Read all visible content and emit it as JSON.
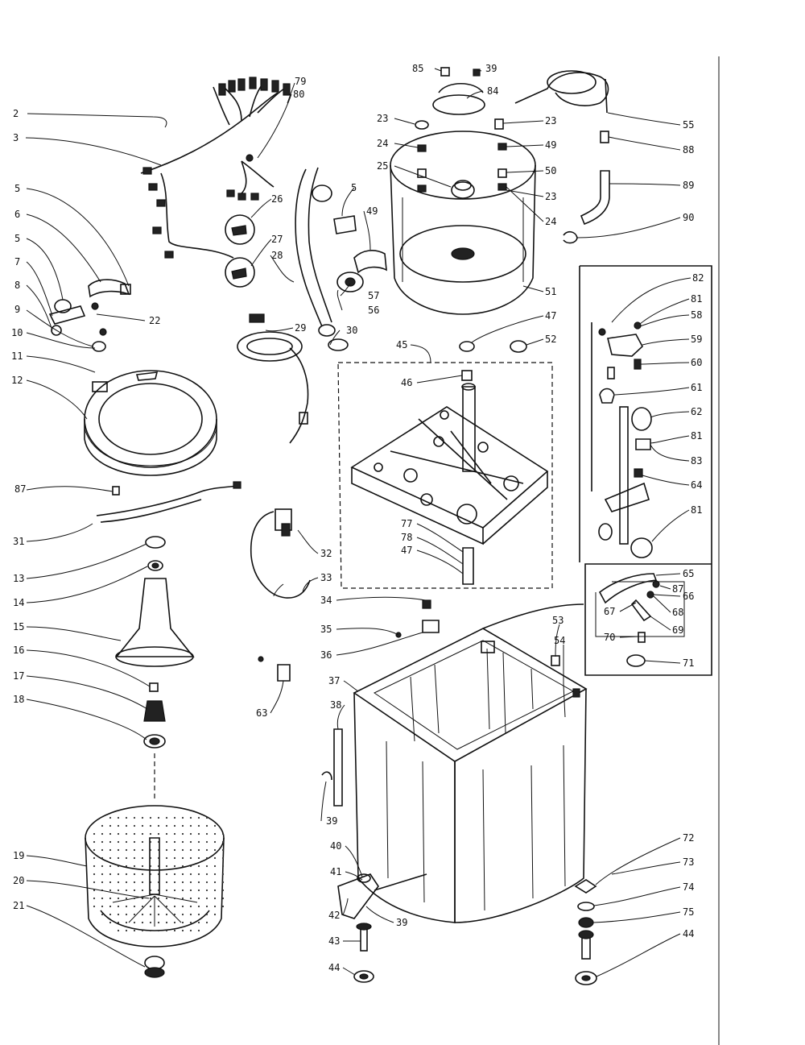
{
  "diagram": {
    "labels": {
      "n2": "2",
      "n3": "3",
      "n5a": "5",
      "n6": "6",
      "n5b": "5",
      "n7": "7",
      "n8": "8",
      "n9": "9",
      "n10": "10",
      "n11": "11",
      "n12": "12",
      "n87a": "87",
      "n31": "31",
      "n13": "13",
      "n14": "14",
      "n15": "15",
      "n16": "16",
      "n17": "17",
      "n18": "18",
      "n19": "19",
      "n20": "20",
      "n21": "21",
      "n22": "22",
      "n79": "79",
      "n80": "80",
      "n26": "26",
      "n27": "27",
      "n28": "28",
      "n29": "29",
      "n30": "30",
      "n5c": "5",
      "n49": "49",
      "n57": "57",
      "n56": "56",
      "n32": "32",
      "n33": "33",
      "n34": "34",
      "n35": "35",
      "n36": "36",
      "n63": "63",
      "n37": "37",
      "n38": "38",
      "n39a": "39",
      "n40": "40",
      "n41": "41",
      "n42": "42",
      "n43": "43",
      "n44a": "44",
      "n39b": "39",
      "n85": "85",
      "n39c": "39",
      "n84": "84",
      "n23a": "23",
      "n23b": "23",
      "n24a": "24",
      "n49b": "49",
      "n25": "25",
      "n50": "50",
      "n23c": "23",
      "n24b": "24",
      "n51": "51",
      "n47a": "47",
      "n52": "52",
      "n45": "45",
      "n46": "46",
      "n77": "77",
      "n78": "78",
      "n47b": "47",
      "n55a": "55",
      "n88": "88",
      "n89": "89",
      "n90": "90",
      "n82": "82",
      "n81a": "81",
      "n58": "58",
      "n59": "59",
      "n60": "60",
      "n61": "61",
      "n62": "62",
      "n81b": "81",
      "n83": "83",
      "n64": "64",
      "n81c": "81",
      "n65": "65",
      "n87b": "87",
      "n66": "66",
      "n68": "68",
      "n67": "67",
      "n69": "69",
      "n70": "70",
      "n71": "71",
      "n53": "53",
      "n54": "54",
      "n72": "72",
      "n73": "73",
      "n74": "74",
      "n75": "75",
      "n44b": "44"
    }
  }
}
